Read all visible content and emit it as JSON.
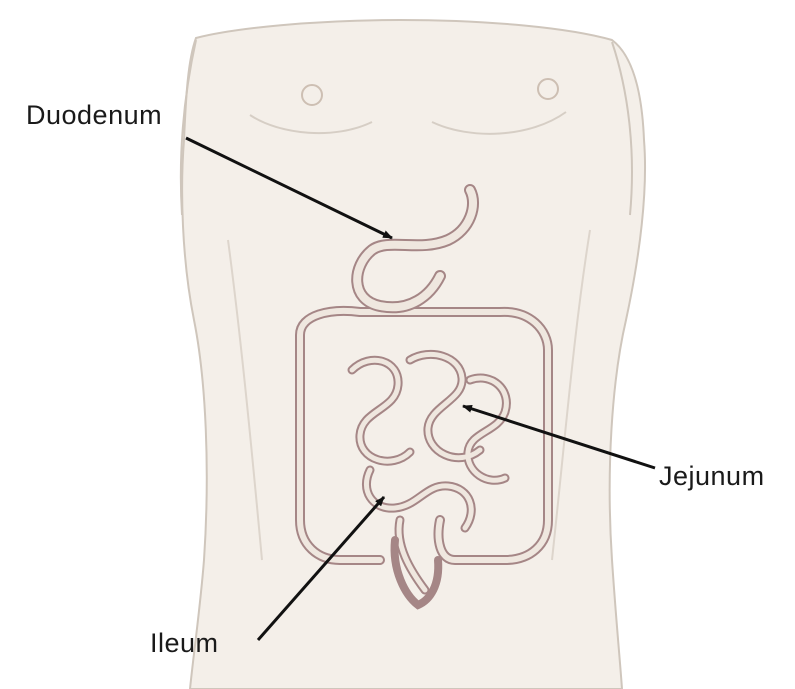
{
  "labels": {
    "duodenum": "Duodenum",
    "jejunum": "Jejunum",
    "ileum": "Ileum"
  },
  "colors": {
    "background": "#ffffff",
    "skin": "#f4efe9",
    "skin_outline": "#cfc6bc",
    "intestine_fill": "#efe7df",
    "intestine_outline": "#a58686",
    "pointer": "#111111",
    "label_text": "#1a1a1a"
  }
}
